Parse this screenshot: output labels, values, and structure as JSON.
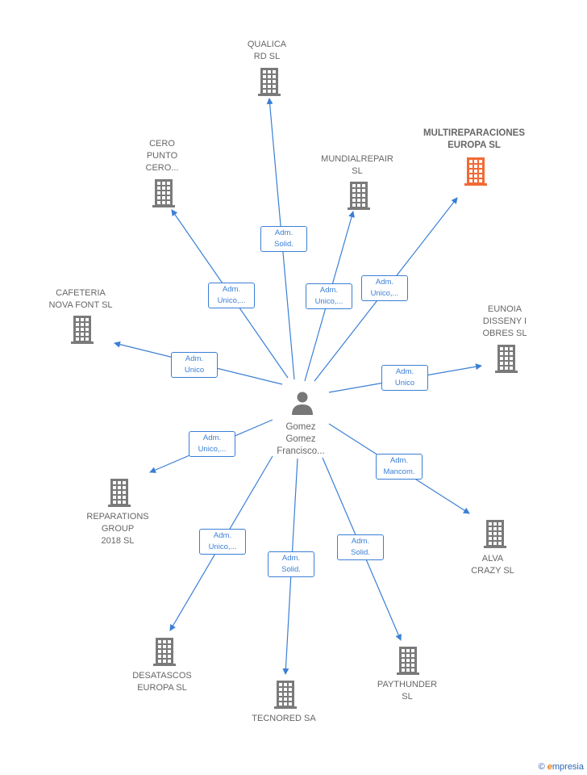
{
  "center": {
    "name": "Gomez\nGomez\nFrancisco..."
  },
  "companies": [
    {
      "key": "qualica",
      "name": "QUALICA\nRD  SL",
      "highlight": false
    },
    {
      "key": "multi",
      "name": "MULTIREPARACIONES\nEUROPA  SL",
      "highlight": true
    },
    {
      "key": "cero",
      "name": "CERO\nPUNTO\nCERO...",
      "highlight": false
    },
    {
      "key": "mundial",
      "name": "MUNDIALREPAIR\nSL",
      "highlight": false
    },
    {
      "key": "cafeteria",
      "name": "CAFETERIA\nNOVA FONT SL",
      "highlight": false
    },
    {
      "key": "eunoia",
      "name": "EUNOIA\nDISSENY I\nOBRES  SL",
      "highlight": false
    },
    {
      "key": "reparations",
      "name": "REPARATIONS\nGROUP\n2018  SL",
      "highlight": false
    },
    {
      "key": "alva",
      "name": "ALVA\nCRAZY  SL",
      "highlight": false
    },
    {
      "key": "desatascos",
      "name": "DESATASCOS\nEUROPA  SL",
      "highlight": false
    },
    {
      "key": "tecnored",
      "name": "TECNORED SA",
      "highlight": false
    },
    {
      "key": "paythunder",
      "name": "PAYTHUNDER\nSL",
      "highlight": false
    }
  ],
  "edges": [
    {
      "to": "qualica",
      "label": "Adm.\nSolid."
    },
    {
      "to": "multi",
      "label": "Adm.\nUnico,..."
    },
    {
      "to": "cero",
      "label": "Adm.\nUnico,..."
    },
    {
      "to": "mundial",
      "label": "Adm.\nUnico,..."
    },
    {
      "to": "cafeteria",
      "label": "Adm.\nUnico"
    },
    {
      "to": "eunoia",
      "label": "Adm.\nUnico"
    },
    {
      "to": "reparations",
      "label": "Adm.\nUnico,..."
    },
    {
      "to": "alva",
      "label": "Adm.\nMancom."
    },
    {
      "to": "desatascos",
      "label": "Adm.\nUnico,..."
    },
    {
      "to": "tecnored",
      "label": "Adm.\nSolid."
    },
    {
      "to": "paythunder",
      "label": "Adm.\nSolid."
    }
  ],
  "colors": {
    "edge": "#3a7fd5",
    "building": "#7a7a7a",
    "highlight": "#f26a35",
    "person": "#777777"
  },
  "footer": {
    "copyright": "©",
    "brand_first": "e",
    "brand_rest": "mpresia"
  }
}
